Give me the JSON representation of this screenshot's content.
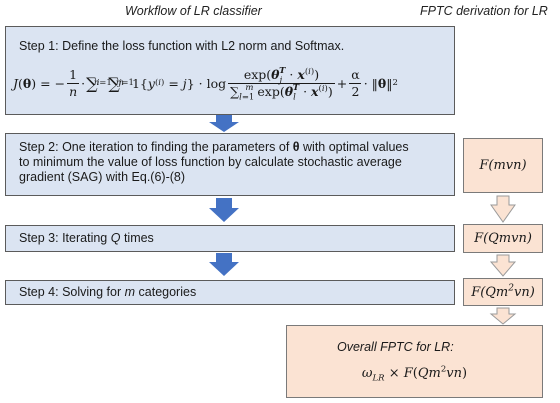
{
  "headers": {
    "left": "Workflow of LR classifier",
    "right": "FPTC derivation for LR"
  },
  "step1": {
    "title": "Step 1: Define the loss function with L2 norm and Softmax.",
    "formula": "J(θ) = −1/n · ∑_{i=1}^{n} ∑_{j=1}^{m} 1{y^{(i)} = j} · log [exp(θ_j^T · x^{(i)}) / ∑_{l=1}^{m} exp(θ_l^T · x^{(i)})] + α/2 · ‖θ‖²"
  },
  "step2": {
    "lines": [
      "Step 2: One iteration to finding the parameters of θ with optimal values",
      "to minimum the value of loss function by calculate stochastic average",
      "gradient (SAG) with Eq.(6)-(8)"
    ]
  },
  "step3": {
    "title_prefix": "Step 3: Iterating ",
    "title_var": "Q",
    "title_suffix": " times"
  },
  "step4": {
    "title_prefix": "Step 4: Solving for ",
    "title_var": "m",
    "title_suffix": " categories"
  },
  "fptc": {
    "f_step2": "F(mvn)",
    "f_step3": "F(Qmvn)",
    "f_step4": "F(Qm²vn)",
    "overall_title": "Overall FPTC for LR:",
    "overall_formula": "ω_LR × F(Qm²vn)"
  },
  "colors": {
    "step_box": "#dbe4f2",
    "fptc_box": "#fbe3d3",
    "down_arrow": "#4472c4",
    "hollow_arrow_fill": "#fbe3d3",
    "hollow_arrow_stroke": "#9a9a9a"
  }
}
